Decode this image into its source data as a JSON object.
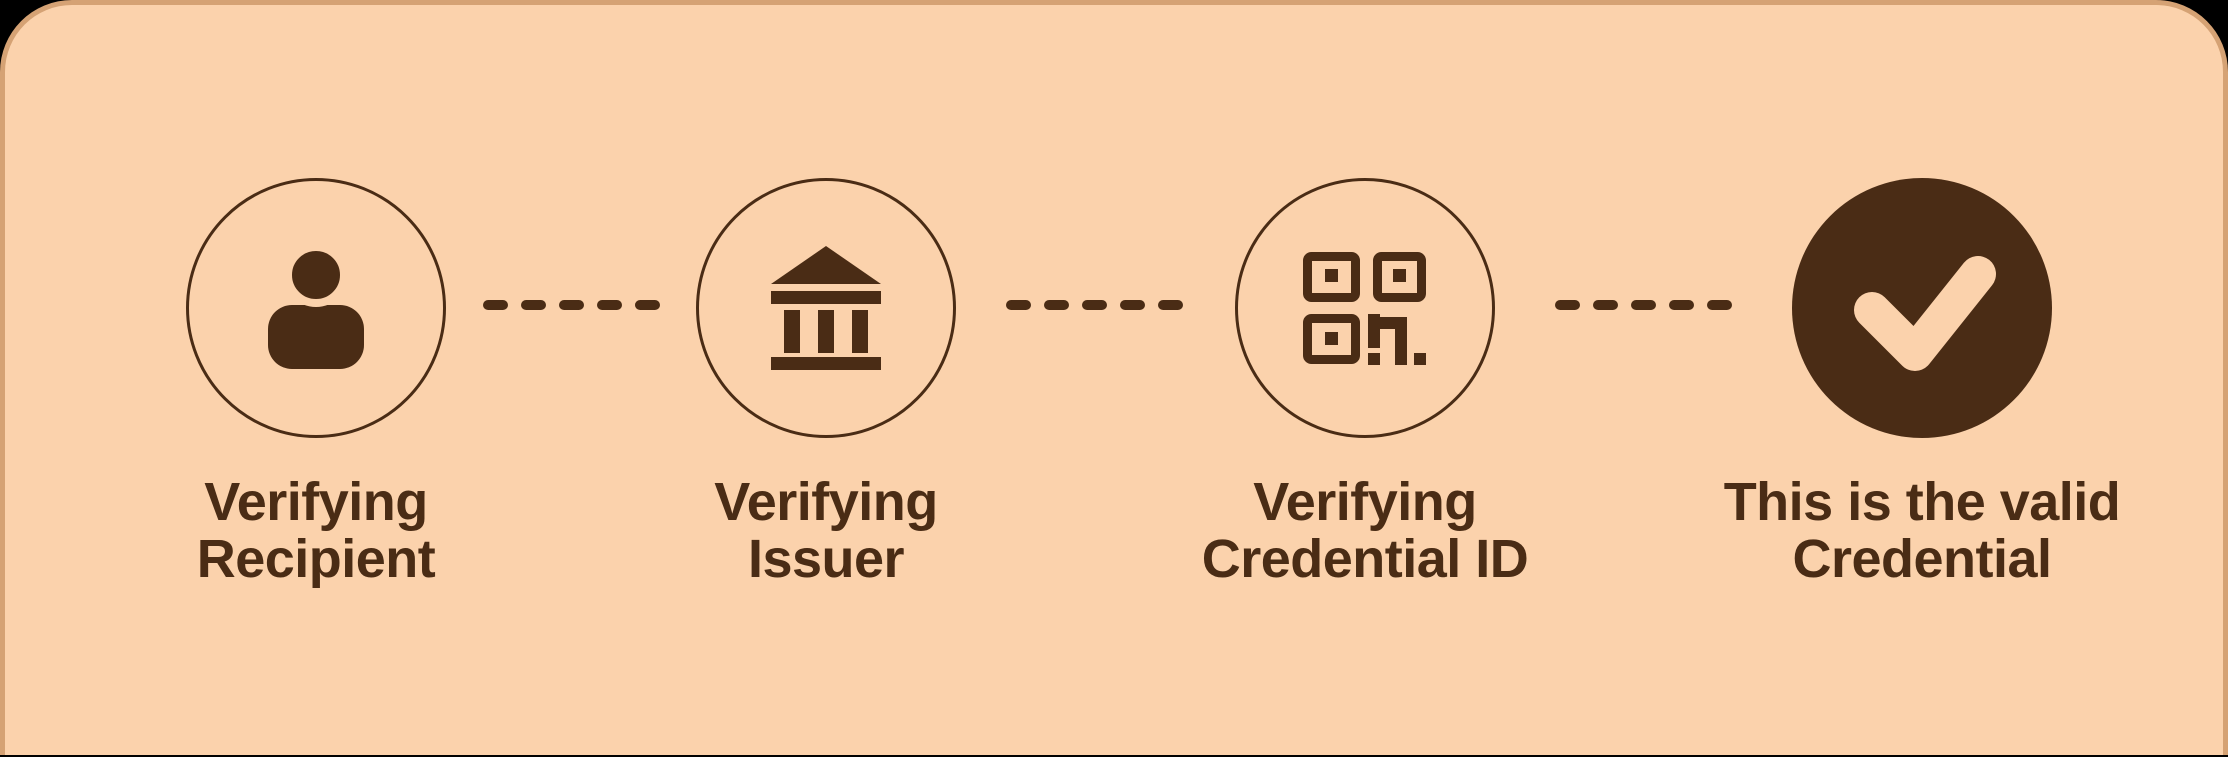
{
  "colors": {
    "card_background": "#FBD2AC",
    "card_border": "#D5A274",
    "dark_brown": "#4A2C15",
    "checkmark": "#FBD2AC"
  },
  "diagram": {
    "type": "horizontal-flow",
    "connector_style": "dashed",
    "steps": [
      {
        "icon": "user",
        "line1": "Verifying",
        "line2": "Recipient"
      },
      {
        "icon": "bank",
        "line1": "Verifying",
        "line2": "Issuer"
      },
      {
        "icon": "qr-code",
        "line1": "Verifying",
        "line2": "Credential ID"
      },
      {
        "icon": "check",
        "line1": "This is the valid",
        "line2": "Credential"
      }
    ]
  }
}
